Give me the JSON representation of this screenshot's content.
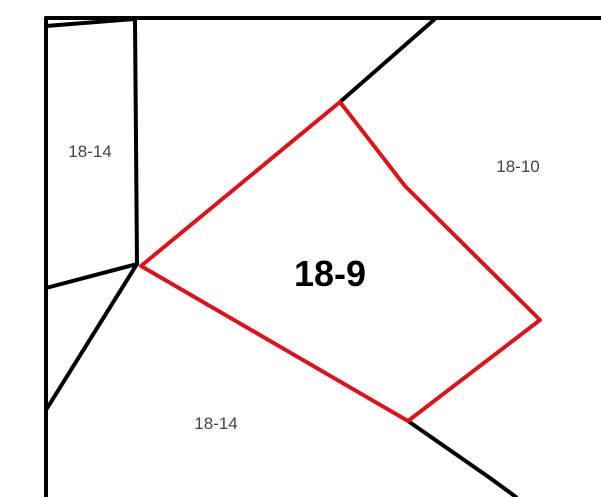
{
  "colors": {
    "background": "#ffffff",
    "boundary": "#000000",
    "highlight": "#d9141b",
    "label_small": "#444444",
    "label_main": "#000000"
  },
  "parcels": {
    "top_left": {
      "label": "18-14"
    },
    "top_right": {
      "label": "18-10"
    },
    "selected": {
      "label": "18-9"
    },
    "bottom": {
      "label": "18-14"
    }
  }
}
